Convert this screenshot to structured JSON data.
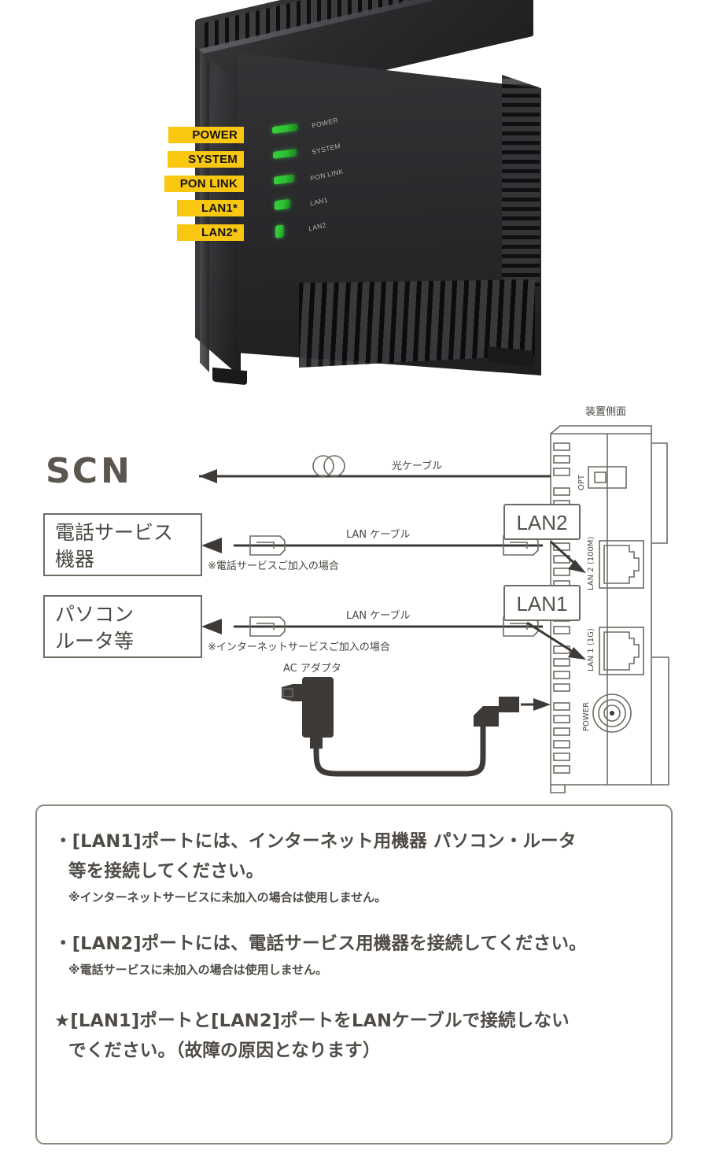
{
  "photo": {
    "device_name": "ONU front panel photo",
    "led_labels_silkscreen": [
      "POWER",
      "SYSTEM",
      "PON LINK",
      "LAN1",
      "LAN2"
    ],
    "callouts": [
      {
        "label": "POWER"
      },
      {
        "label": "SYSTEM"
      },
      {
        "label": "PON LINK"
      },
      {
        "label": "LAN1*"
      },
      {
        "label": "LAN2*"
      }
    ],
    "callout_color": "#fac710",
    "led_color": "#2fbf33"
  },
  "diagram": {
    "side_view_title": "装置側面",
    "brand_logo": "SCN",
    "optical_cable_label": "光ケーブル",
    "boxes": [
      {
        "lines": [
          "電話サービス",
          "機器"
        ]
      },
      {
        "lines": [
          "パソコン",
          "ルータ等"
        ]
      }
    ],
    "cable_labels": [
      "LAN ケーブル",
      "LAN ケーブル"
    ],
    "notes": [
      "※電話サービスご加入の場合",
      "※インターネットサービスご加入の場合"
    ],
    "port_tags": [
      "LAN2",
      "LAN1"
    ],
    "port_silkscreen": {
      "opt": "OPT",
      "lan2": "LAN 2 (100M)",
      "lan1": "LAN 1 (1G)",
      "power": "POWER"
    },
    "ac_adapter_label": "AC アダプタ"
  },
  "notice": {
    "items": [
      {
        "bullet": "・",
        "main": "[LAN1]ポートには、インターネット用機器 パソコン・ルータ",
        "main2": "等を接続してください。",
        "sub": "※インターネットサービスに未加入の場合は使用しません。"
      },
      {
        "bullet": "・",
        "main": "[LAN2]ポートには、電話サービス用機器を接続してください。",
        "main2": "",
        "sub": "※電話サービスに未加入の場合は使用しません。"
      },
      {
        "bullet": "★",
        "main": "[LAN1]ポートと[LAN2]ポートをLANケーブルで接続しない",
        "main2": "でください。（故障の原因となります）",
        "sub": ""
      }
    ]
  }
}
